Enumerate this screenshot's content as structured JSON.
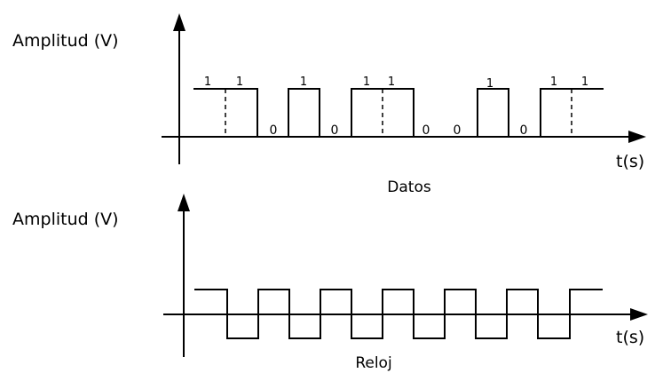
{
  "colors": {
    "ink": "#000000",
    "background": "#ffffff"
  },
  "data_panel": {
    "ylabel": "Amplitud (V)",
    "xlabel": "t(s)",
    "caption": "Datos",
    "bits": [
      "1",
      "1",
      "0",
      "1",
      "0",
      "1",
      "1",
      "0",
      "0",
      "1",
      "0",
      "1",
      "1"
    ]
  },
  "clock_panel": {
    "ylabel": "Amplitud (V)",
    "xlabel": "t(s)",
    "caption": "Reloj"
  }
}
